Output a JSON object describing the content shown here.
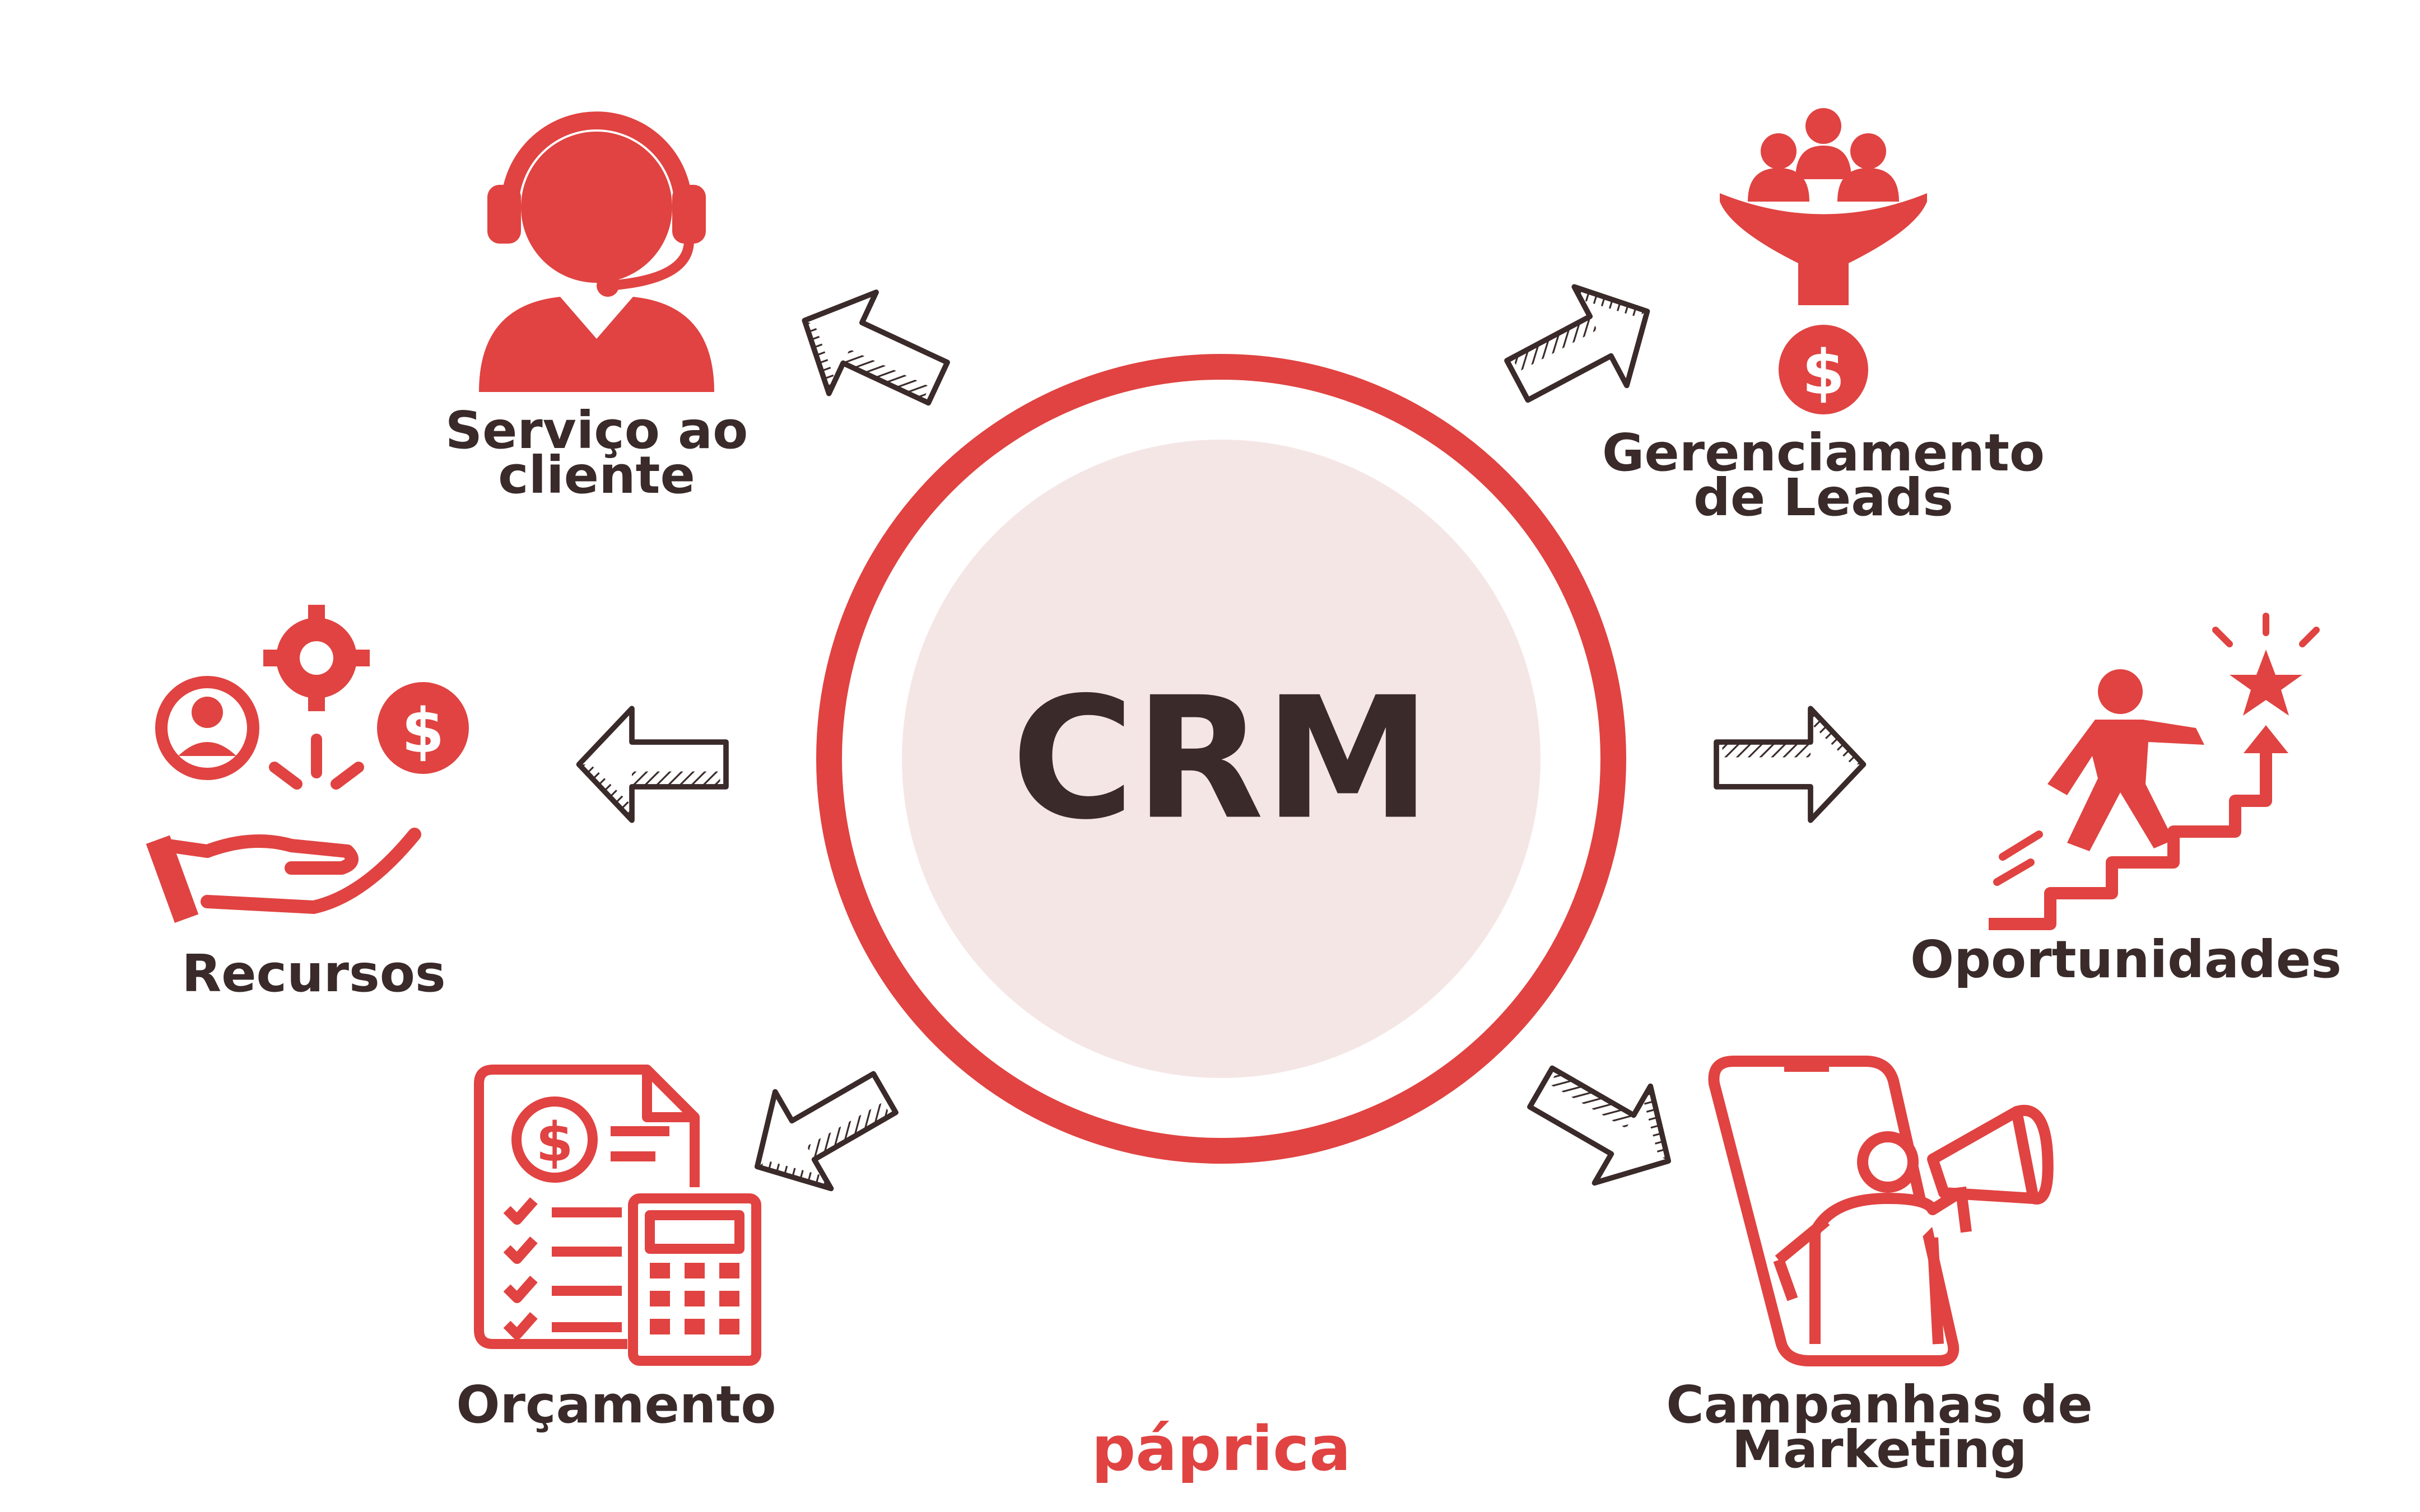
{
  "colors": {
    "accent": "#e04341",
    "text": "#3a2a2a",
    "circle_fill": "#f5e6e6"
  },
  "center": {
    "label": "CRM"
  },
  "nodes": [
    {
      "id": "servico",
      "label_lines": [
        "Serviço ao",
        "cliente"
      ],
      "icon": "customer-service-headset-icon"
    },
    {
      "id": "leads",
      "label_lines": [
        "Gerenciamento",
        "de Leads"
      ],
      "icon": "lead-funnel-icon"
    },
    {
      "id": "recursos",
      "label_lines": [
        "Recursos"
      ],
      "icon": "resources-hand-icon"
    },
    {
      "id": "oportunidades",
      "label_lines": [
        "Oportunidades"
      ],
      "icon": "stairs-climb-star-icon"
    },
    {
      "id": "orcamento",
      "label_lines": [
        "Orçamento"
      ],
      "icon": "budget-document-calculator-icon"
    },
    {
      "id": "campanhas",
      "label_lines": [
        "Campanhas de",
        "Marketing"
      ],
      "icon": "phone-megaphone-icon"
    }
  ],
  "brand": {
    "logo_text": "páprica"
  }
}
